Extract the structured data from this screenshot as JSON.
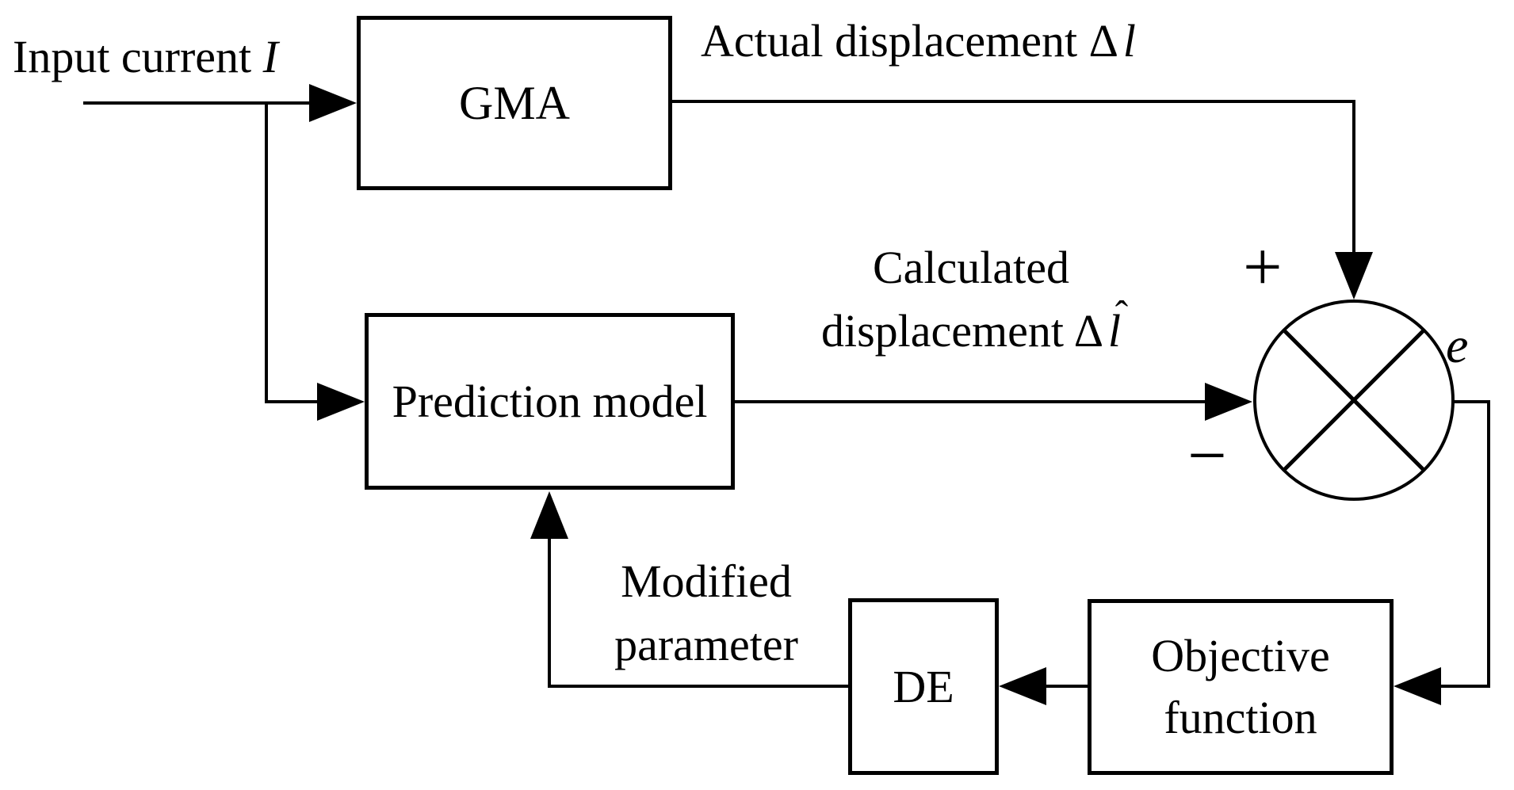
{
  "diagram": {
    "blocks": {
      "gma": {
        "label": "GMA"
      },
      "prediction_model": {
        "label": "Prediction model"
      },
      "de": {
        "label": "DE"
      },
      "objective_function": {
        "label": "Objective function"
      }
    },
    "labels": {
      "input_current": {
        "prefix": "Input current ",
        "symbol": "I"
      },
      "actual_displacement": {
        "prefix": "Actual displacement ",
        "delta": "Δ",
        "symbol": "l"
      },
      "calculated_displacement": {
        "line1": "Calculated",
        "line2_prefix": "displacement",
        "delta": "Δ",
        "symbol": "l",
        "hat": "ˆ"
      },
      "modified_parameter": {
        "text": "Modified parameter"
      },
      "summing_junction": {
        "plus": "+",
        "minus": "−",
        "error": "e"
      }
    },
    "colors": {
      "line": "#000000",
      "background": "#ffffff"
    }
  }
}
